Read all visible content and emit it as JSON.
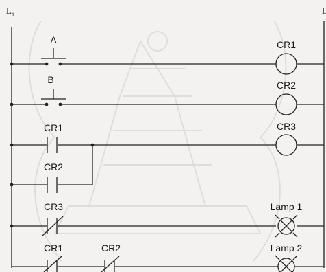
{
  "diagram": {
    "rails": {
      "left": "L",
      "left_sub": "1",
      "right": "L"
    },
    "rungs": [
      {
        "contacts": [
          {
            "label": "A",
            "kind": "pushbutton"
          }
        ],
        "output": {
          "label": "CR1",
          "kind": "coil"
        }
      },
      {
        "contacts": [
          {
            "label": "B",
            "kind": "pushbutton"
          }
        ],
        "output": {
          "label": "CR2",
          "kind": "coil"
        }
      },
      {
        "contacts": [
          {
            "label": "CR1",
            "kind": "no"
          }
        ],
        "branch": [
          {
            "label": "CR2",
            "kind": "no"
          }
        ],
        "output": {
          "label": "CR3",
          "kind": "coil"
        }
      },
      {
        "contacts": [
          {
            "label": "CR3",
            "kind": "nc"
          }
        ],
        "output": {
          "label": "Lamp 1",
          "kind": "lamp"
        }
      },
      {
        "contacts": [
          {
            "label": "CR1",
            "kind": "nc"
          },
          {
            "label": "CR2",
            "kind": "nc"
          }
        ],
        "output": {
          "label": "Lamp 2",
          "kind": "lamp"
        }
      }
    ]
  }
}
